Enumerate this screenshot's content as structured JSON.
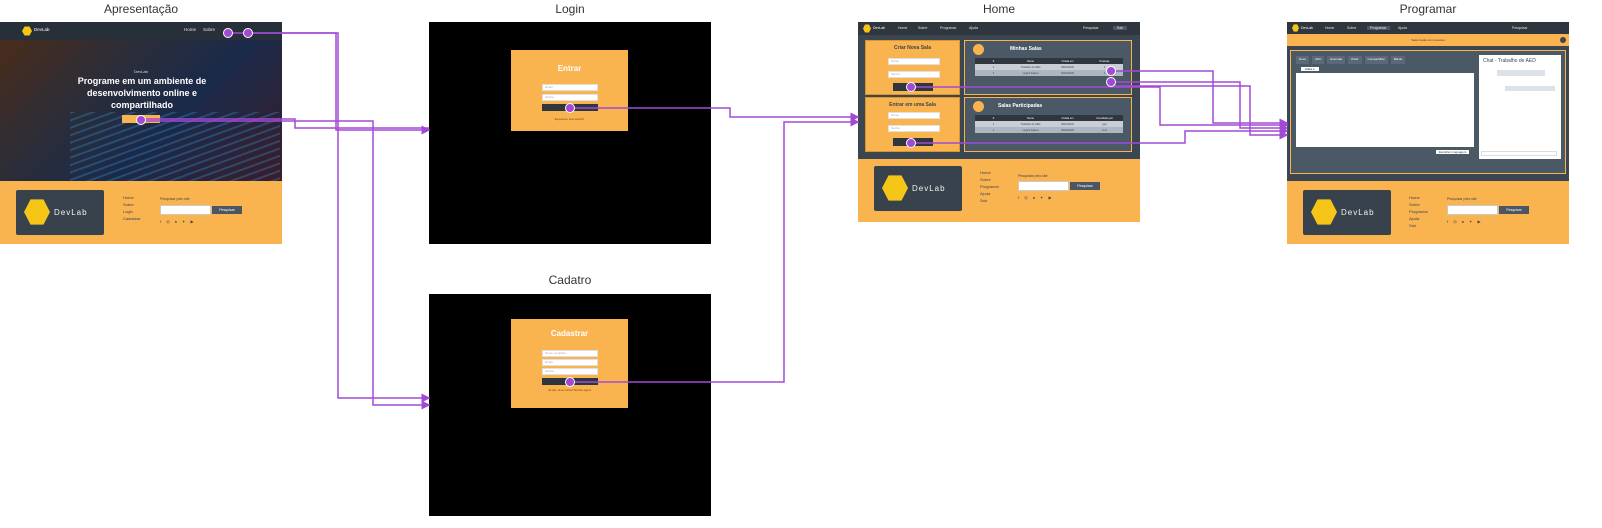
{
  "titles": {
    "apresentacao": "Apresentação",
    "login": "Login",
    "home": "Home",
    "programar": "Programar",
    "cadastro": "Cadatro"
  },
  "colors": {
    "accent": "#f9b34f",
    "dark": "#3b4651",
    "connector": "#a24ad6",
    "screen_bg": "#000000"
  },
  "apresentacao": {
    "brand": "DevLab",
    "nav": [
      "Home",
      "Sobre"
    ],
    "hero_kicker": "DevLab",
    "hero_text": "Programe em um ambiente de desenvolvimento online e compartilhado",
    "footer": {
      "logo": "DevLab",
      "links": [
        "Home",
        "Sobre",
        "Login",
        "Cadastrar"
      ],
      "search_label": "Pesquisar pelo site",
      "search_button": "Pesquisar",
      "social_icons": [
        "facebook-icon",
        "instagram-icon",
        "snapchat-icon",
        "twitter-icon",
        "youtube-icon"
      ]
    }
  },
  "login": {
    "title": "Entrar",
    "placeholders": [
      "Email",
      "Senha"
    ],
    "link": "Esqueceu sua senha?"
  },
  "cadastro": {
    "title": "Cadastrar",
    "placeholders": [
      "Nome completo",
      "Email",
      "Senha"
    ],
    "link": "Já tem uma conta? Entrar agora"
  },
  "home": {
    "nav": [
      "DevLab",
      "Home",
      "Sobre",
      "Programar",
      "Ajuda"
    ],
    "search": "Pesquisar",
    "logout": "Sair",
    "create_card": {
      "title": "Criar Nova Sala",
      "placeholders": [
        "Nome",
        "Senha"
      ]
    },
    "join_card": {
      "title": "Entrar em uma Sala",
      "placeholders": [
        "Nome",
        "Senha"
      ]
    },
    "my_rooms": {
      "title": "Minhas Salas",
      "headers": [
        "#",
        "Nome",
        "Criada em",
        "Pessoas"
      ],
      "rows": [
        [
          "1",
          "Trabalho de AED",
          "28/04/2020",
          "2"
        ],
        [
          "2",
          "Lógica básica",
          "30/04/2020",
          "1"
        ]
      ]
    },
    "joined_rooms": {
      "title": "Salas Participadas",
      "headers": [
        "#",
        "Nome",
        "Criada em",
        "Convidado por"
      ],
      "rows": [
        [
          "1",
          "Trabalho de AED",
          "28/04/2020",
          "Igor"
        ],
        [
          "2",
          "Lógica básica",
          "30/04/2020",
          "Luiz"
        ]
      ]
    },
    "footer": {
      "logo": "DevLab",
      "links": [
        "Home",
        "Sobre",
        "Programar",
        "Ajuda",
        "Sair"
      ],
      "search_label": "Pesquisar pelo site",
      "search_button": "Pesquisar"
    }
  },
  "programar": {
    "nav": [
      "DevLab",
      "Home",
      "Sobre",
      "Programar",
      "Ajuda"
    ],
    "search": "Pesquisar",
    "notice": "Sala criada com sucesso",
    "toolbar": [
      "Novo",
      "Abrir",
      "Executar",
      "Parar",
      "Compartilhar",
      "Baixar"
    ],
    "file_tab": "index.c",
    "language_select": "Escolher Linguagem",
    "chat_title": "Chat - Trabalho de AED",
    "footer": {
      "logo": "DevLab",
      "links": [
        "Home",
        "Sobre",
        "Programar",
        "Ajuda",
        "Sair"
      ],
      "search_label": "Pesquisar pelo site",
      "search_button": "Pesquisar"
    }
  }
}
